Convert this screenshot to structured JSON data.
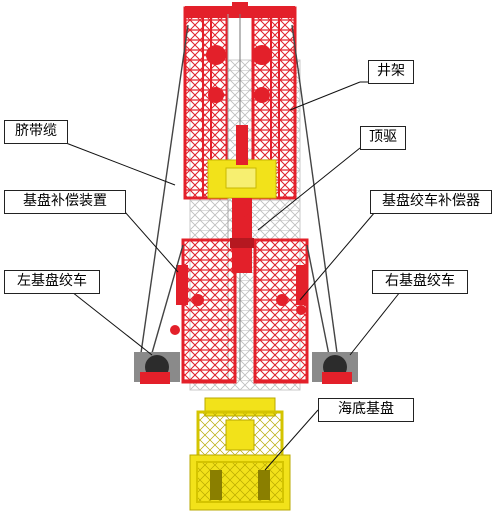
{
  "labels": {
    "derrick": "井架",
    "umbilical": "脐带缆",
    "top_drive": "顶驱",
    "base_compensator": "基盘补偿装置",
    "winch_compensator": "基盘绞车补偿器",
    "left_winch": "左基盘绞车",
    "right_winch": "右基盘绞车",
    "subsea_template": "海底基盘"
  },
  "colors": {
    "derrick_red": "#e3202a",
    "template_yellow": "#f2e21a",
    "grey_frame": "#c9c9c9",
    "winch_dark": "#3a3a3a"
  }
}
